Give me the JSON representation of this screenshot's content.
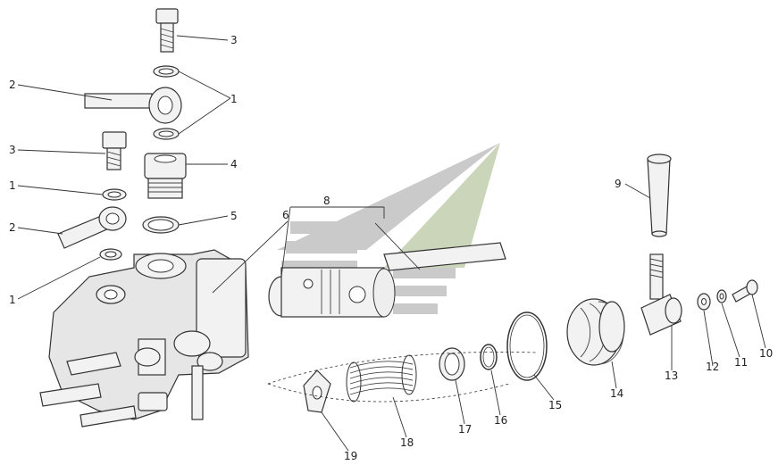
{
  "watermark": {
    "colors": {
      "grey": "#b9b9b9",
      "green": "#b9c7a4"
    }
  },
  "callouts": [
    {
      "id": "c3a",
      "label": "3"
    },
    {
      "id": "c2a",
      "label": "2"
    },
    {
      "id": "c1a",
      "label": "1"
    },
    {
      "id": "c3b",
      "label": "3"
    },
    {
      "id": "c4",
      "label": "4"
    },
    {
      "id": "c1b",
      "label": "1"
    },
    {
      "id": "c5",
      "label": "5"
    },
    {
      "id": "c2b",
      "label": "2"
    },
    {
      "id": "c1c",
      "label": "1"
    },
    {
      "id": "c8",
      "label": "8"
    },
    {
      "id": "c6",
      "label": "6"
    },
    {
      "id": "c9",
      "label": "9"
    },
    {
      "id": "c12",
      "label": "12"
    },
    {
      "id": "c11",
      "label": "11"
    },
    {
      "id": "c10",
      "label": "10"
    },
    {
      "id": "c13",
      "label": "13"
    },
    {
      "id": "c14",
      "label": "14"
    },
    {
      "id": "c15",
      "label": "15"
    },
    {
      "id": "c16",
      "label": "16"
    },
    {
      "id": "c17",
      "label": "17"
    },
    {
      "id": "c18",
      "label": "18"
    },
    {
      "id": "c19",
      "label": "19"
    }
  ]
}
